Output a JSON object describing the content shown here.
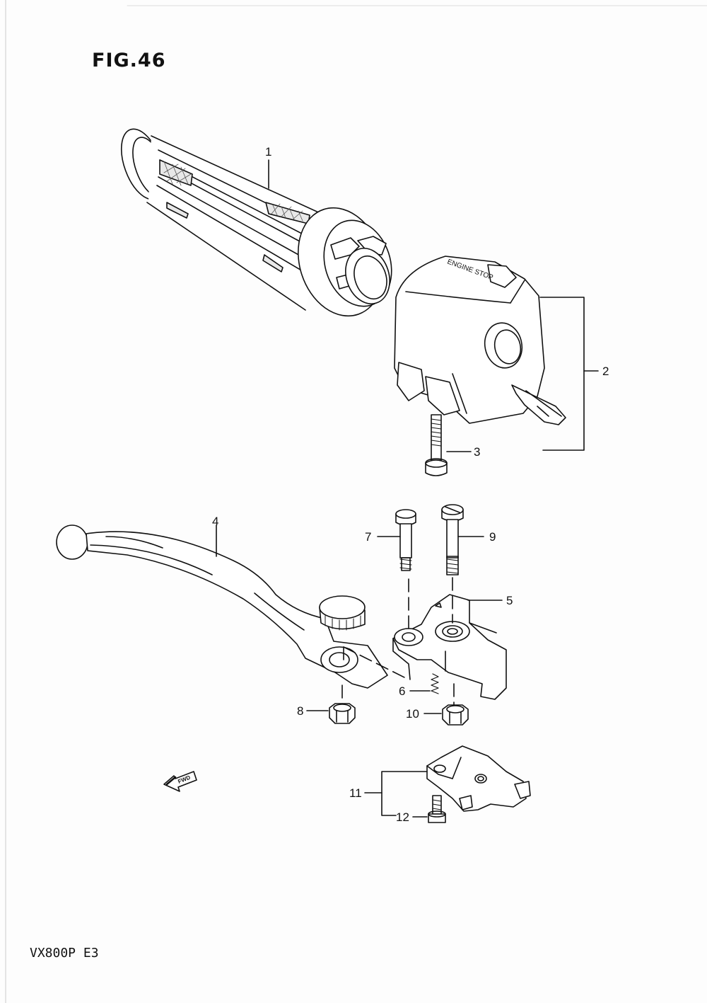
{
  "figure": {
    "title": "FIG.46",
    "model_code": "VX800P  E3"
  },
  "decals": {
    "switch_text": "ENGINE STOP",
    "forward_arrow": "FWD"
  },
  "callouts": [
    {
      "id": "1",
      "text": "1"
    },
    {
      "id": "2",
      "text": "2"
    },
    {
      "id": "3",
      "text": "3"
    },
    {
      "id": "4",
      "text": "4"
    },
    {
      "id": "5",
      "text": "5"
    },
    {
      "id": "6",
      "text": "6"
    },
    {
      "id": "7",
      "text": "7"
    },
    {
      "id": "8",
      "text": "8"
    },
    {
      "id": "9",
      "text": "9"
    },
    {
      "id": "10",
      "text": "10"
    },
    {
      "id": "11",
      "text": "11"
    },
    {
      "id": "12",
      "text": "12"
    }
  ],
  "colors": {
    "ink": "#111111",
    "paper": "#fdfdfd"
  }
}
